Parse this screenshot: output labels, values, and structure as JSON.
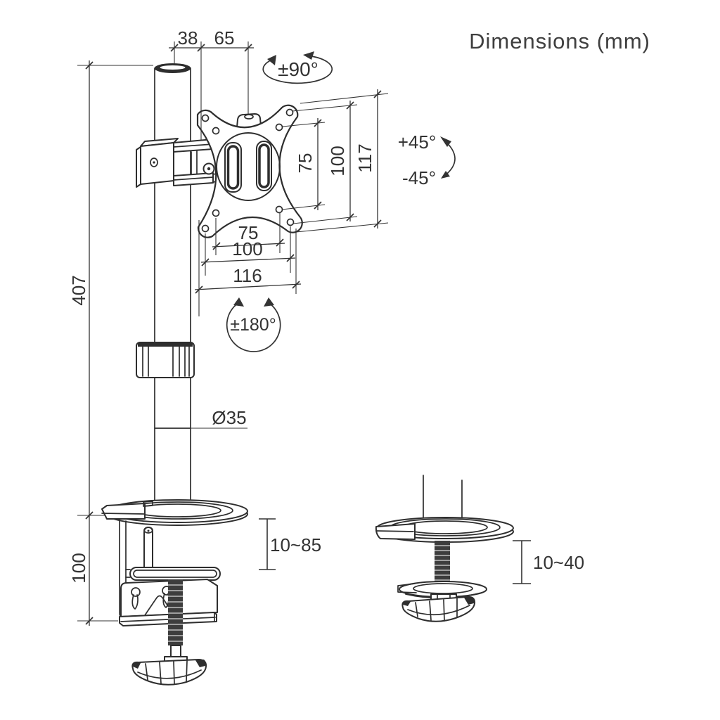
{
  "title": "Dimensions (mm)",
  "dims": {
    "top_left": "38",
    "top_right": "65",
    "swivel": "±90°",
    "tilt_up": "+45°",
    "tilt_down": "-45°",
    "vesa_v_inner": "75",
    "vesa_v_outer": "100",
    "plate_height": "117",
    "vesa_h_inner": "75",
    "vesa_h_outer": "100",
    "plate_width": "116",
    "rotate": "±180°",
    "pole_height": "407",
    "pole_dia": "Ø35",
    "clamp_height": "100",
    "clamp_range": "10~85",
    "grommet_range": "10~40"
  }
}
